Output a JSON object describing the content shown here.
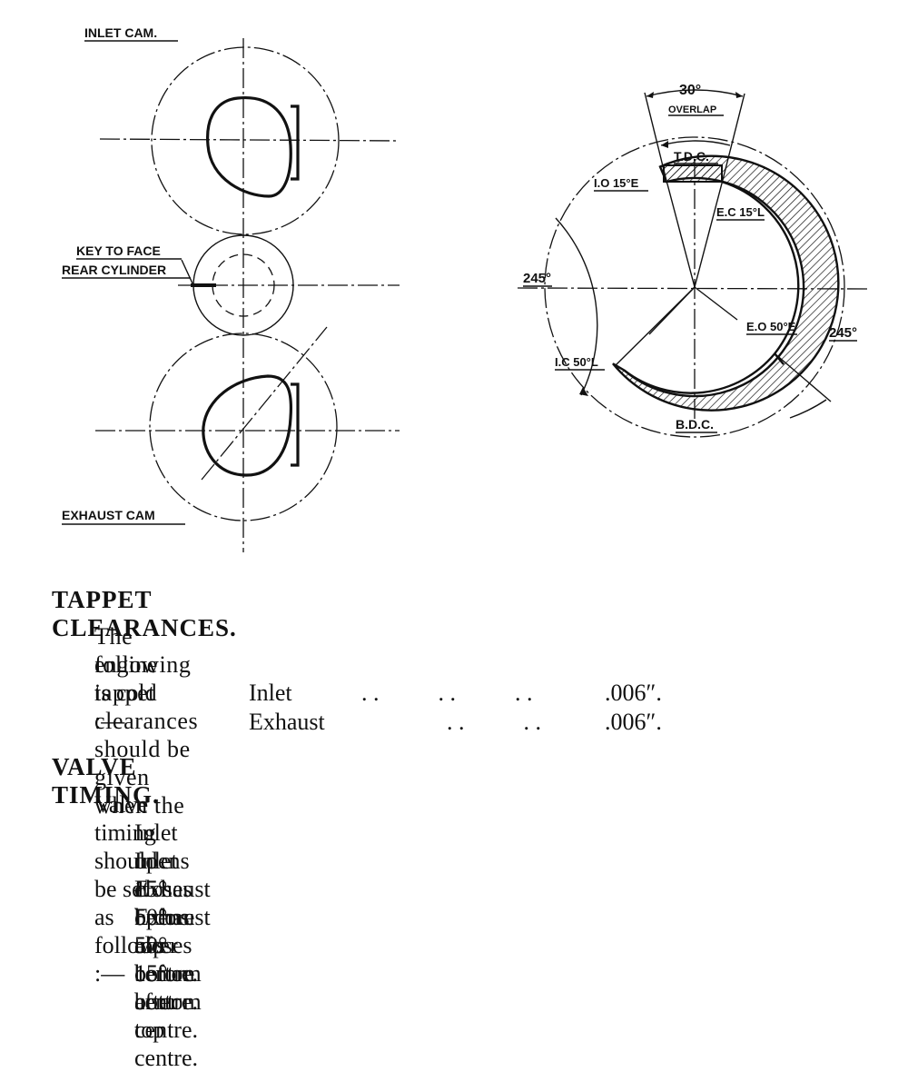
{
  "diagram": {
    "inlet_cam_label": "INLET CAM.",
    "exhaust_cam_label": "EXHAUST CAM",
    "key_label_1": "KEY TO FACE",
    "key_label_2": "REAR CYLINDER",
    "overlap_angle": "30°",
    "overlap_label": "OVERLAP",
    "tdc_label": "T.D.C.",
    "bdc_label": "B.D.C.",
    "io_label": "I.O 15°E",
    "ec_label": "E.C 15°L",
    "eo_label": "E.O 50°E",
    "ic_label": "I.C 50°L",
    "left_angle": "245°",
    "right_angle": "245°"
  },
  "tappet": {
    "heading": "TAPPET CLEARANCES.",
    "intro_line1": "The following tappet clearances should be given when the",
    "intro_line2": "engine is cold :—",
    "rows": [
      {
        "name": "Inlet",
        "dots": ". .          . .          . .",
        "value": ".006″."
      },
      {
        "name": "Exhaust",
        "dots": ". .          . .",
        "value": ".006″."
      }
    ]
  },
  "valve": {
    "heading": "VALVE TIMING.",
    "intro": "Valve timing should be set as follows :—",
    "lines": [
      "Inlet opens 15° before top centre.",
      "Inlet closes 50° after bottom centre.",
      "Exhaust opens 50° before bottom centre.",
      "Exhaust closes 15° after top centre."
    ]
  }
}
